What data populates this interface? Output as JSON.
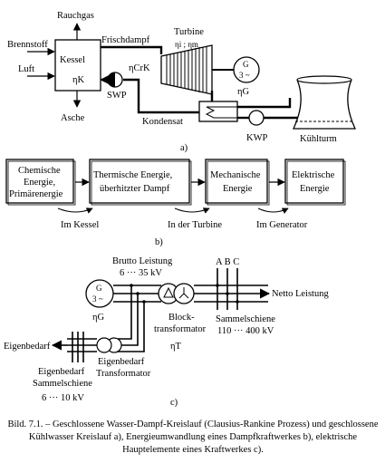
{
  "part_a": {
    "rauchgas": "Rauchgas",
    "brennstoff": "Brennstoff",
    "luft": "Luft",
    "kessel": "Kessel",
    "eta_k": "ηK",
    "asche": "Asche",
    "frischdampf": "Frischdampf",
    "turbine": "Turbine",
    "eta_turbine": "ηi ; ηm",
    "generator_g": "G",
    "generator_3": "3 ~",
    "eta_g": "ηG",
    "eta_crk": "ηCrK",
    "swp": "SWP",
    "kondensat": "Kondensat",
    "kwp": "KWP",
    "kuehlturm": "Kühlturm",
    "tag": "a)"
  },
  "part_b": {
    "box1_l1": "Chemische",
    "box1_l2": "Energie,",
    "box1_l3": "Primärenergie",
    "box2_l1": "Thermische Energie,",
    "box2_l2": "überhitzter Dampf",
    "box3_l1": "Mechanische",
    "box3_l2": "Energie",
    "box4_l1": "Elektrische",
    "box4_l2": "Energie",
    "step1": "Im Kessel",
    "step2": "In der Turbine",
    "step3": "Im Generator",
    "tag": "b)"
  },
  "part_c": {
    "brutto_l1": "Brutto Leistung",
    "brutto_l2": "6 ··· 35 kV",
    "phases": "A B C",
    "netto": "Netto Leistung",
    "generator_g": "G",
    "generator_3": "3 ~",
    "eta_g": "ηG",
    "block_l1": "Block-",
    "block_l2": "transformator",
    "eta_t": "ηT",
    "sammel_l1": "Sammelschiene",
    "sammel_l2": "110 ··· 400 kV",
    "eigenbedarf": "Eigenbedarf",
    "eb_trafo_l1": "Eigenbedarf",
    "eb_trafo_l2": "Transformator",
    "eb_sammel_l1": "Eigenbedarf",
    "eb_sammel_l2": "Sammelschiene",
    "eb_sammel_l3": "6 ··· 10 kV",
    "tag": "c)"
  },
  "caption": "Bild. 7.1. – Geschlossene Wasser-Dampf-Kreislauf (Clausius-Rankine Prozess) und geschlossene Kühlwasser Kreislauf a), Energieumwandlung eines Dampfkraftwerkes b), elektrische Hauptelemente eines Kraftwerkes c)."
}
